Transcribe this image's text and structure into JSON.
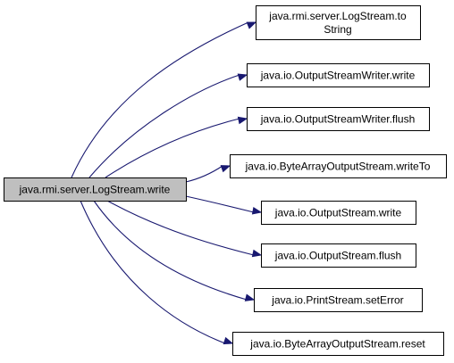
{
  "root": {
    "label": "java.rmi.server.LogStream.write"
  },
  "callees": [
    {
      "lines": [
        "java.rmi.server.LogStream.to",
        "String"
      ]
    },
    {
      "lines": [
        "java.io.OutputStreamWriter.write"
      ]
    },
    {
      "lines": [
        "java.io.OutputStreamWriter.flush"
      ]
    },
    {
      "lines": [
        "java.io.ByteArrayOutputStream.writeTo"
      ]
    },
    {
      "lines": [
        "java.io.OutputStream.write"
      ]
    },
    {
      "lines": [
        "java.io.OutputStream.flush"
      ]
    },
    {
      "lines": [
        "java.io.PrintStream.setError"
      ]
    },
    {
      "lines": [
        "java.io.ByteArrayOutputStream.reset"
      ]
    }
  ],
  "colors": {
    "root_fill": "#bfbfbf",
    "node_fill": "#ffffff",
    "edge": "#191970"
  }
}
